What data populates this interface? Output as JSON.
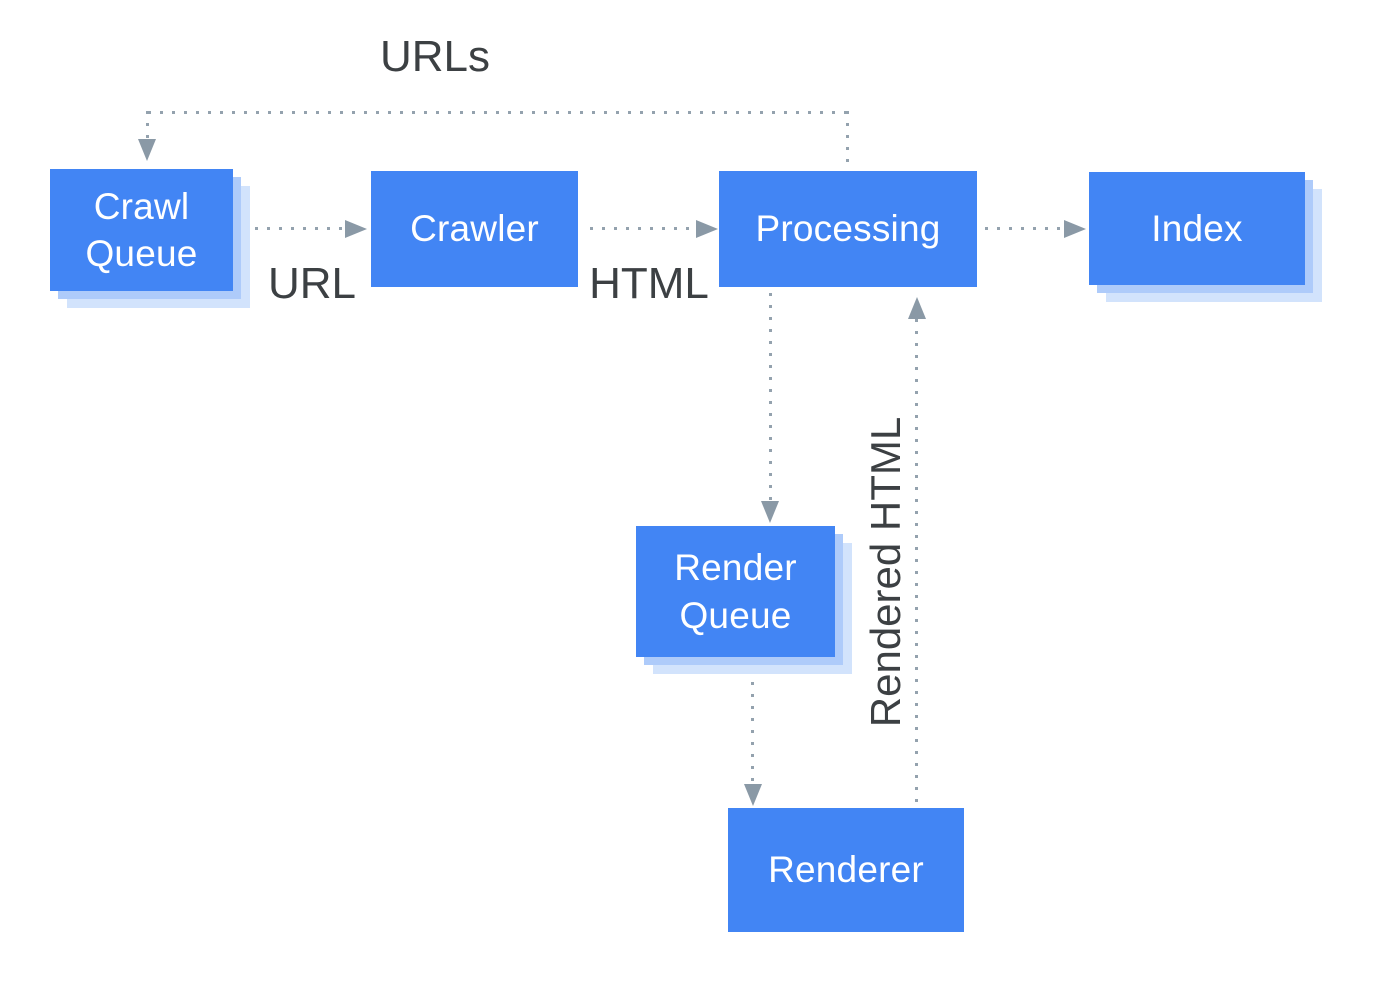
{
  "diagram": {
    "labels": {
      "urls": "URLs",
      "url": "URL",
      "html": "HTML",
      "rendered_html": "Rendered HTML"
    },
    "nodes": [
      {
        "id": "crawl-queue",
        "lines": [
          "Crawl",
          "Queue"
        ],
        "stacked": true
      },
      {
        "id": "crawler",
        "lines": [
          "Crawler"
        ],
        "stacked": false
      },
      {
        "id": "processing",
        "lines": [
          "Processing"
        ],
        "stacked": false
      },
      {
        "id": "index",
        "lines": [
          "Index"
        ],
        "stacked": true
      },
      {
        "id": "render-queue",
        "lines": [
          "Render",
          "Queue"
        ],
        "stacked": true
      },
      {
        "id": "renderer",
        "lines": [
          "Renderer"
        ],
        "stacked": false
      }
    ],
    "edges": [
      {
        "from": "processing",
        "to": "crawl-queue",
        "label": "URLs",
        "style": "dotted"
      },
      {
        "from": "crawl-queue",
        "to": "crawler",
        "label": "URL",
        "style": "dotted"
      },
      {
        "from": "crawler",
        "to": "processing",
        "label": "HTML",
        "style": "dotted"
      },
      {
        "from": "processing",
        "to": "index",
        "label": "",
        "style": "dotted"
      },
      {
        "from": "processing",
        "to": "render-queue",
        "label": "",
        "style": "dotted"
      },
      {
        "from": "render-queue",
        "to": "renderer",
        "label": "",
        "style": "dotted"
      },
      {
        "from": "renderer",
        "to": "processing",
        "label": "Rendered HTML",
        "style": "dotted"
      }
    ],
    "colors": {
      "node_fill": "#4285F4",
      "node_text": "#FFFFFF",
      "stack_shadow_mid": "#AECBFA",
      "stack_shadow_light": "#D2E3FC",
      "connector_dots": "#94A2AE",
      "arrowhead": "#8A99A6",
      "label_text": "#3C4043",
      "background": "#FFFFFF"
    }
  }
}
